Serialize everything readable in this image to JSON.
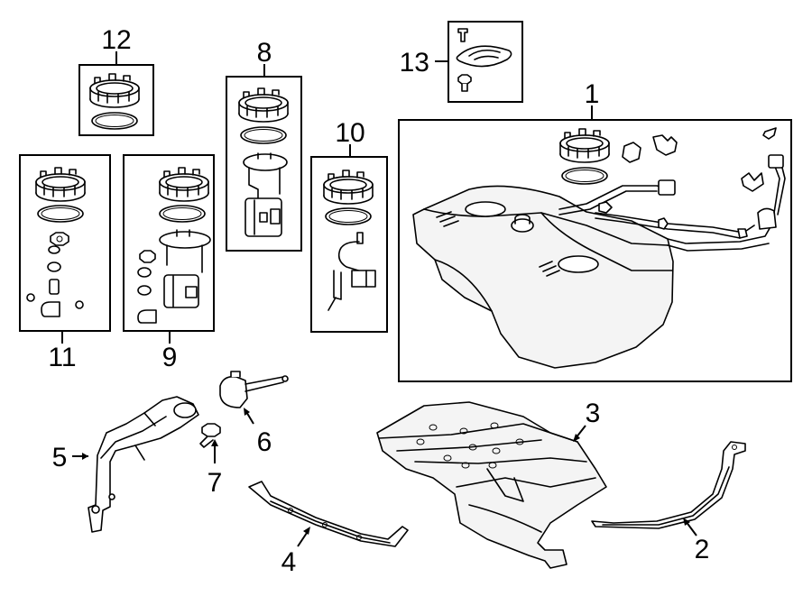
{
  "callouts": [
    {
      "id": "1",
      "part": "fuel-tank"
    },
    {
      "id": "2",
      "part": "tank-strap-right"
    },
    {
      "id": "3",
      "part": "heat-shield"
    },
    {
      "id": "4",
      "part": "tank-strap-left"
    },
    {
      "id": "5",
      "part": "filler-pipe"
    },
    {
      "id": "6",
      "part": "filler-neck-vent"
    },
    {
      "id": "7",
      "part": "bolt"
    },
    {
      "id": "8",
      "part": "fuel-pump-module-kit"
    },
    {
      "id": "9",
      "part": "fuel-pump-assembly-kit"
    },
    {
      "id": "10",
      "part": "fuel-sender-kit"
    },
    {
      "id": "11",
      "part": "fuel-pump-parts-kit"
    },
    {
      "id": "12",
      "part": "lock-ring-seal-kit"
    },
    {
      "id": "13",
      "part": "access-cover-kit"
    }
  ]
}
